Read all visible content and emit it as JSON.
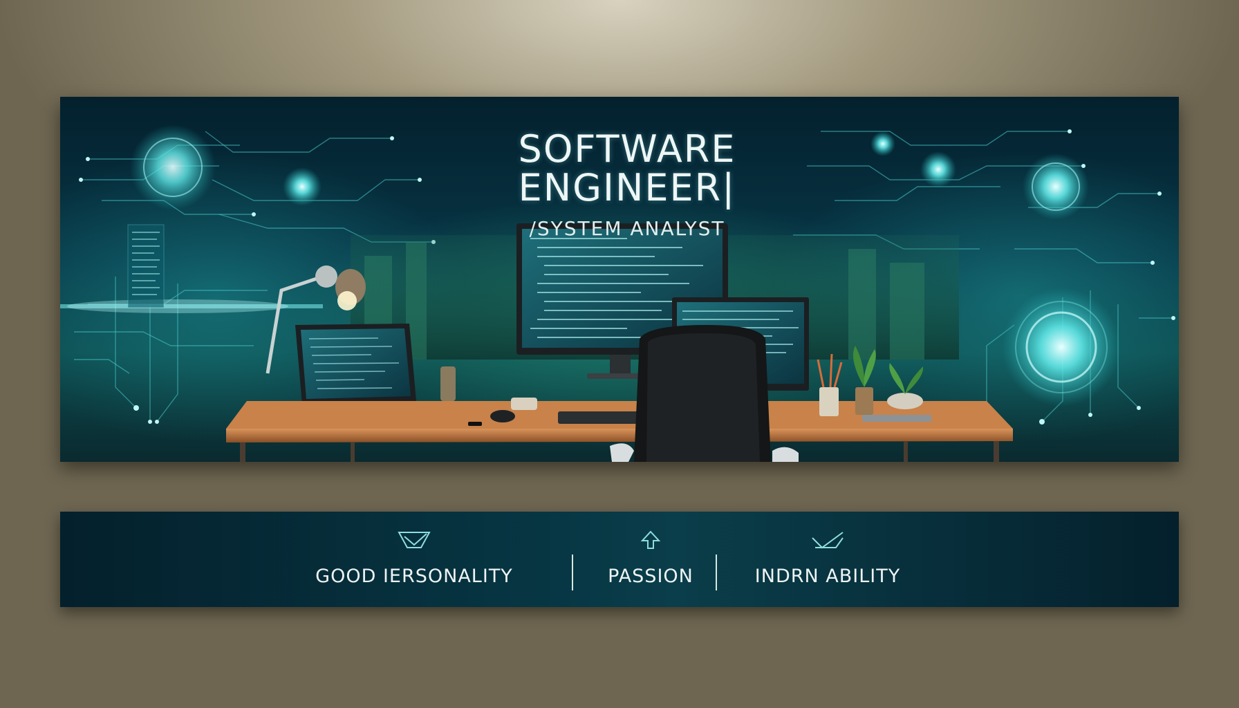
{
  "banner": {
    "title_line1": "SOFTWARE",
    "title_line2": "ENGINEER|",
    "subtitle": "/SYSTEM  ANALYST"
  },
  "traits": {
    "items": [
      {
        "label": "GOOD IERSONALITY",
        "icon": "chevron-badge-icon"
      },
      {
        "label": "PASSION",
        "icon": "flame-arrow-icon"
      },
      {
        "label": "INDRN ABILITY",
        "icon": "check-badge-icon"
      }
    ]
  },
  "colors": {
    "accent": "#39d7d7",
    "banner_dark": "#04202d",
    "banner_teal": "#0c4a4e",
    "desk_wood": "#b5703a",
    "text": "#eef6f6"
  }
}
